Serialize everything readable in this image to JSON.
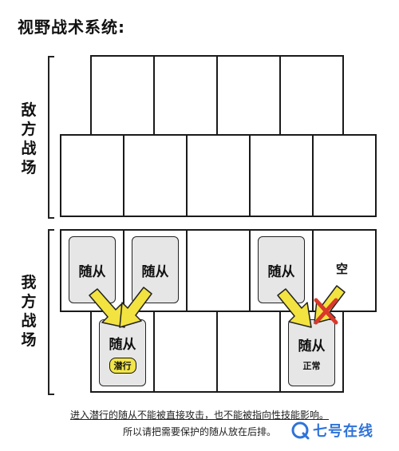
{
  "title": "视野战术系统:",
  "labels": {
    "enemy": [
      "敌",
      "方",
      "战",
      "场"
    ],
    "ally": [
      "我",
      "方",
      "战",
      "场"
    ]
  },
  "cards": {
    "minion": "随从",
    "empty": "空",
    "stealth": "潜行",
    "normal": "正常"
  },
  "caption": {
    "line1": "进入潜行的随从不能被直接攻击，也不能被指向性技能影响。",
    "line2": "所以请把需要保护的随从放在后排。"
  },
  "watermark": "七号在线",
  "colors": {
    "arrow": "#f2e340",
    "cross": "#d9382b",
    "card_bg": "#e6e6e6",
    "watermark": "#2f73d9"
  }
}
